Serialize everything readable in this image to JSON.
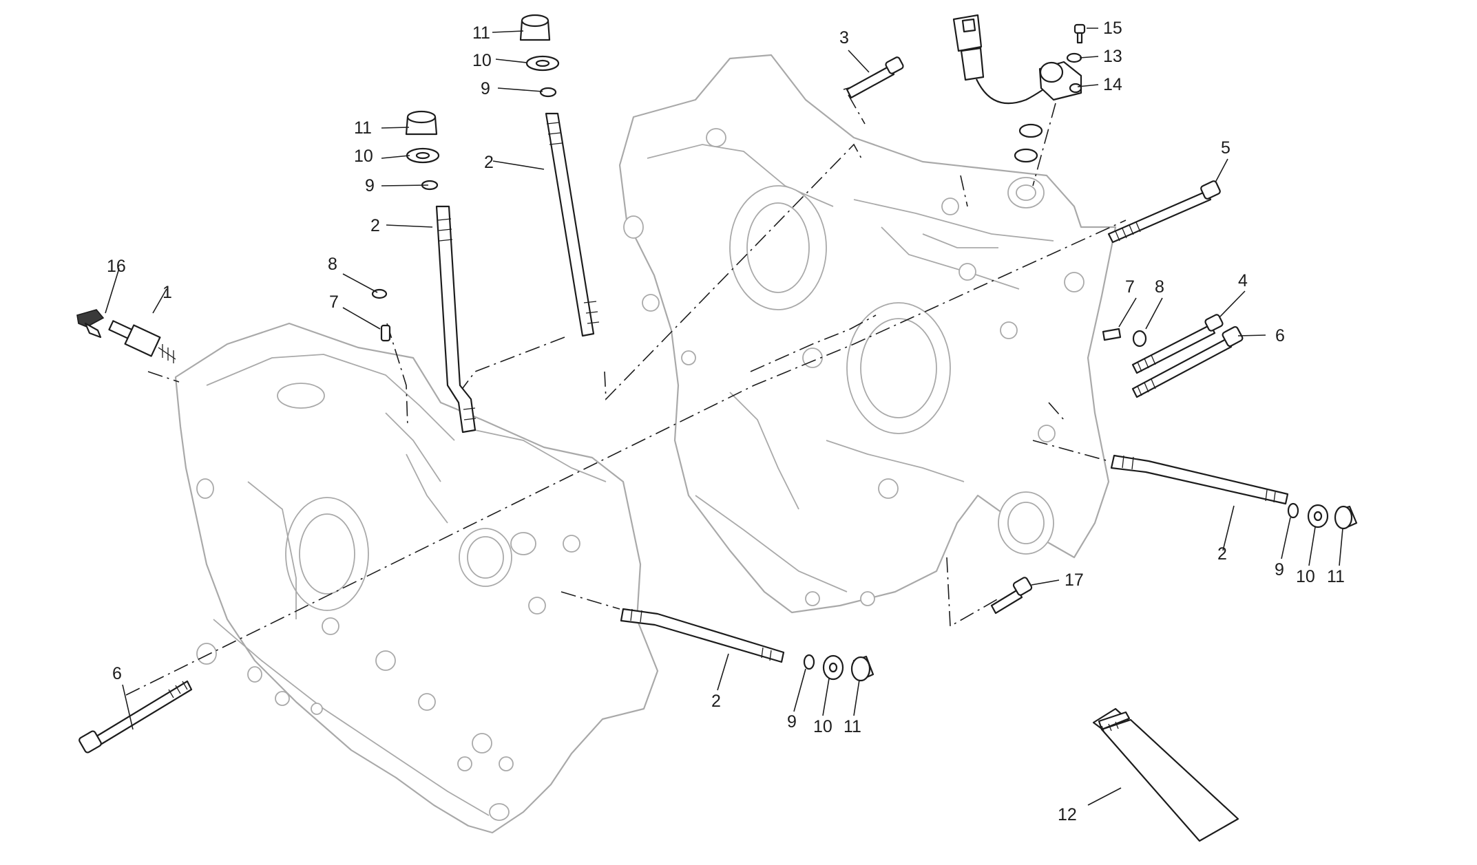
{
  "callouts": [
    {
      "id": "c1",
      "label": "1"
    },
    {
      "id": "c2a",
      "label": "2"
    },
    {
      "id": "c2b",
      "label": "2"
    },
    {
      "id": "c2c",
      "label": "2"
    },
    {
      "id": "c2d",
      "label": "2"
    },
    {
      "id": "c3",
      "label": "3"
    },
    {
      "id": "c4",
      "label": "4"
    },
    {
      "id": "c5",
      "label": "5"
    },
    {
      "id": "c6a",
      "label": "6"
    },
    {
      "id": "c6b",
      "label": "6"
    },
    {
      "id": "c7a",
      "label": "7"
    },
    {
      "id": "c7b",
      "label": "7"
    },
    {
      "id": "c8a",
      "label": "8"
    },
    {
      "id": "c8b",
      "label": "8"
    },
    {
      "id": "c9a",
      "label": "9"
    },
    {
      "id": "c9b",
      "label": "9"
    },
    {
      "id": "c9c",
      "label": "9"
    },
    {
      "id": "c9d",
      "label": "9"
    },
    {
      "id": "c10a",
      "label": "10"
    },
    {
      "id": "c10b",
      "label": "10"
    },
    {
      "id": "c10c",
      "label": "10"
    },
    {
      "id": "c10d",
      "label": "10"
    },
    {
      "id": "c11a",
      "label": "11"
    },
    {
      "id": "c11b",
      "label": "11"
    },
    {
      "id": "c11c",
      "label": "11"
    },
    {
      "id": "c11d",
      "label": "11"
    },
    {
      "id": "c12",
      "label": "12"
    },
    {
      "id": "c13",
      "label": "13"
    },
    {
      "id": "c14",
      "label": "14"
    },
    {
      "id": "c15",
      "label": "15"
    },
    {
      "id": "c16",
      "label": "16"
    },
    {
      "id": "c17",
      "label": "17"
    }
  ]
}
